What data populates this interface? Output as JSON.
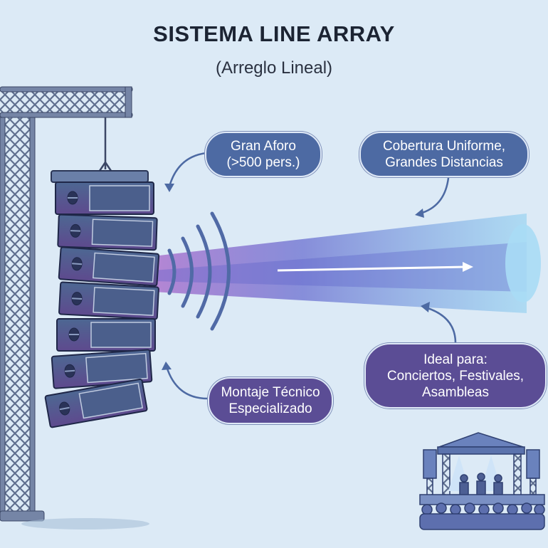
{
  "header": {
    "title": "SISTEMA LINE ARRAY",
    "subtitle": "(Arreglo Lineal)"
  },
  "callouts": {
    "capacity": {
      "line1": "Gran Aforo",
      "line2": "(>500 pers.)"
    },
    "coverage": {
      "line1": "Cobertura Uniforme,",
      "line2": "Grandes Distancias"
    },
    "uses": {
      "line1": "Ideal para:",
      "line2": "Conciertos, Festivales,",
      "line3": "Asambleas"
    },
    "mounting": {
      "line1": "Montaje Técnico",
      "line2": "Especializado"
    }
  },
  "colors": {
    "background": "#dceaf6",
    "blue_pill": "#4d6aa3",
    "purple_pill": "#5b4d95",
    "truss": "#5f6f8f"
  }
}
